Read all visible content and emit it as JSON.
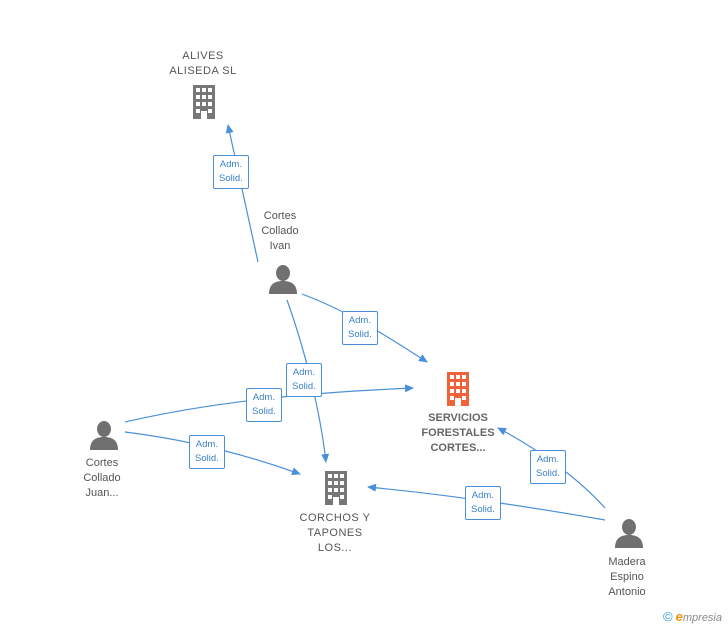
{
  "colors": {
    "edge": "#4a90d9",
    "building": "#777777",
    "focus_building": "#f0633a",
    "person": "#707070"
  },
  "nodes": {
    "alives": {
      "line1": "ALIVES",
      "line2": "ALISEDA  SL"
    },
    "ivan": {
      "line1": "Cortes",
      "line2": "Collado",
      "line3": "Ivan"
    },
    "servicios": {
      "line1": "SERVICIOS",
      "line2": "FORESTALES",
      "line3": "CORTES..."
    },
    "juan": {
      "line1": "Cortes",
      "line2": "Collado",
      "line3": "Juan..."
    },
    "corchos": {
      "line1": "CORCHOS Y",
      "line2": "TAPONES",
      "line3": "LOS..."
    },
    "madera": {
      "line1": "Madera",
      "line2": "Espino",
      "line3": "Antonio"
    }
  },
  "edges": {
    "e1": {
      "line1": "Adm.",
      "line2": "Solid."
    },
    "e2": {
      "line1": "Adm.",
      "line2": "Solid."
    },
    "e3": {
      "line1": "Adm.",
      "line2": "Solid."
    },
    "e4": {
      "line1": "Adm.",
      "line2": "Solid."
    },
    "e5": {
      "line1": "Adm.",
      "line2": "Solid."
    },
    "e6": {
      "line1": "Adm.",
      "line2": "Solid."
    },
    "e7": {
      "line1": "Adm.",
      "line2": "Solid."
    }
  },
  "footer": {
    "copyright": "©",
    "brand_initial": "e",
    "brand_rest": "mpresia"
  }
}
